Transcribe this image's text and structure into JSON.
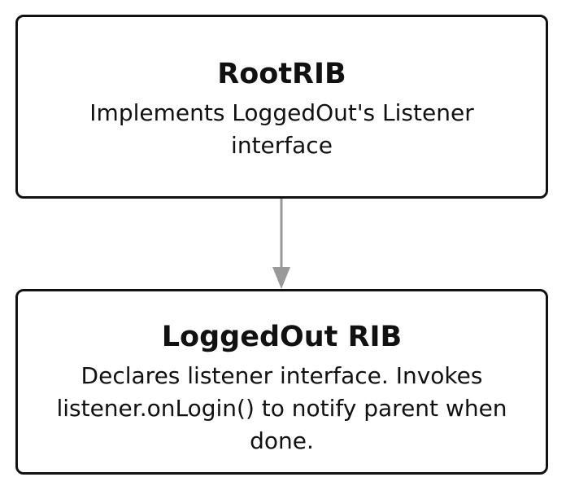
{
  "diagram": {
    "nodes": [
      {
        "id": "root",
        "title": "RootRIB",
        "description": "Implements LoggedOut's Listener interface"
      },
      {
        "id": "loggedout",
        "title": "LoggedOut RIB",
        "description": "Declares listener interface. Invokes listener.onLogin() to notify parent when done."
      }
    ],
    "edges": [
      {
        "from": "root",
        "to": "loggedout"
      }
    ],
    "colors": {
      "border": "#111111",
      "edge": "#999999",
      "background": "#ffffff"
    }
  }
}
